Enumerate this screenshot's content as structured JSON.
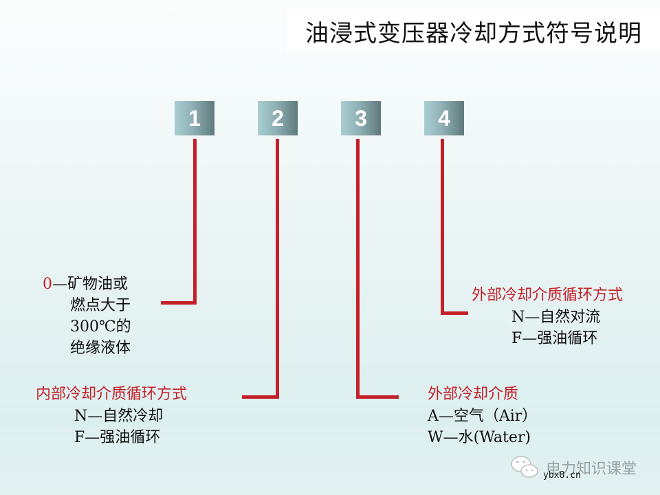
{
  "title": "油浸式变压器冷却方式符号说明",
  "boxes": [
    {
      "label": "1"
    },
    {
      "label": "2"
    },
    {
      "label": "3"
    },
    {
      "label": "4"
    }
  ],
  "item1": {
    "code": "0",
    "lines": [
      "—矿物油或",
      "燃点大于",
      "300℃的",
      "绝缘液体"
    ]
  },
  "item2": {
    "heading": "内部冷却介质循环方式",
    "options": [
      "N—自然冷却",
      "F—强油循环"
    ]
  },
  "item3": {
    "heading": "外部冷却介质",
    "options": [
      "A—空气（Air）",
      "W—水(Water)"
    ]
  },
  "item4": {
    "heading": "外部冷却介质循环方式",
    "options": [
      "N—自然对流",
      "F—强油循环"
    ]
  },
  "watermark": {
    "text": "电力知识课堂",
    "url": "ybx8.cn"
  },
  "colors": {
    "accent_red": "#c4202a",
    "box_gradient_start": "#a9cfd3",
    "box_gradient_end": "#5f7a7d"
  }
}
